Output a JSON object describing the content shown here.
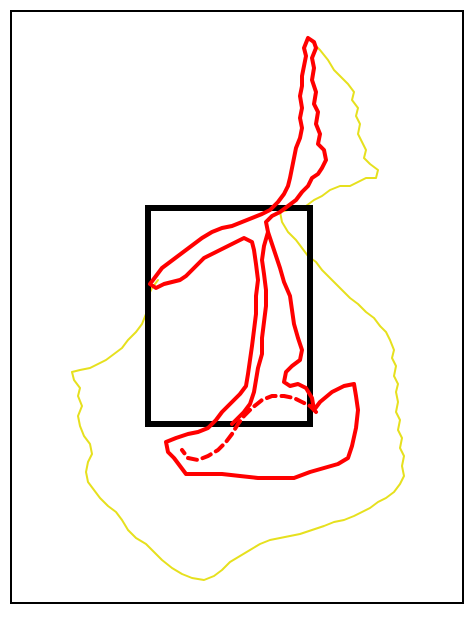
{
  "map": {
    "background": "#ffffff",
    "colors": {
      "frame": "#000000",
      "extent_box": "#000000",
      "boundary": "#e6e01e",
      "river": "#ff0000",
      "river_dashed": "#ff0000"
    },
    "layers": [
      {
        "id": "outer-frame"
      },
      {
        "id": "catchment-boundary"
      },
      {
        "id": "study-extent-box"
      },
      {
        "id": "river-channel-outline"
      },
      {
        "id": "river-channel-dashed"
      }
    ]
  }
}
